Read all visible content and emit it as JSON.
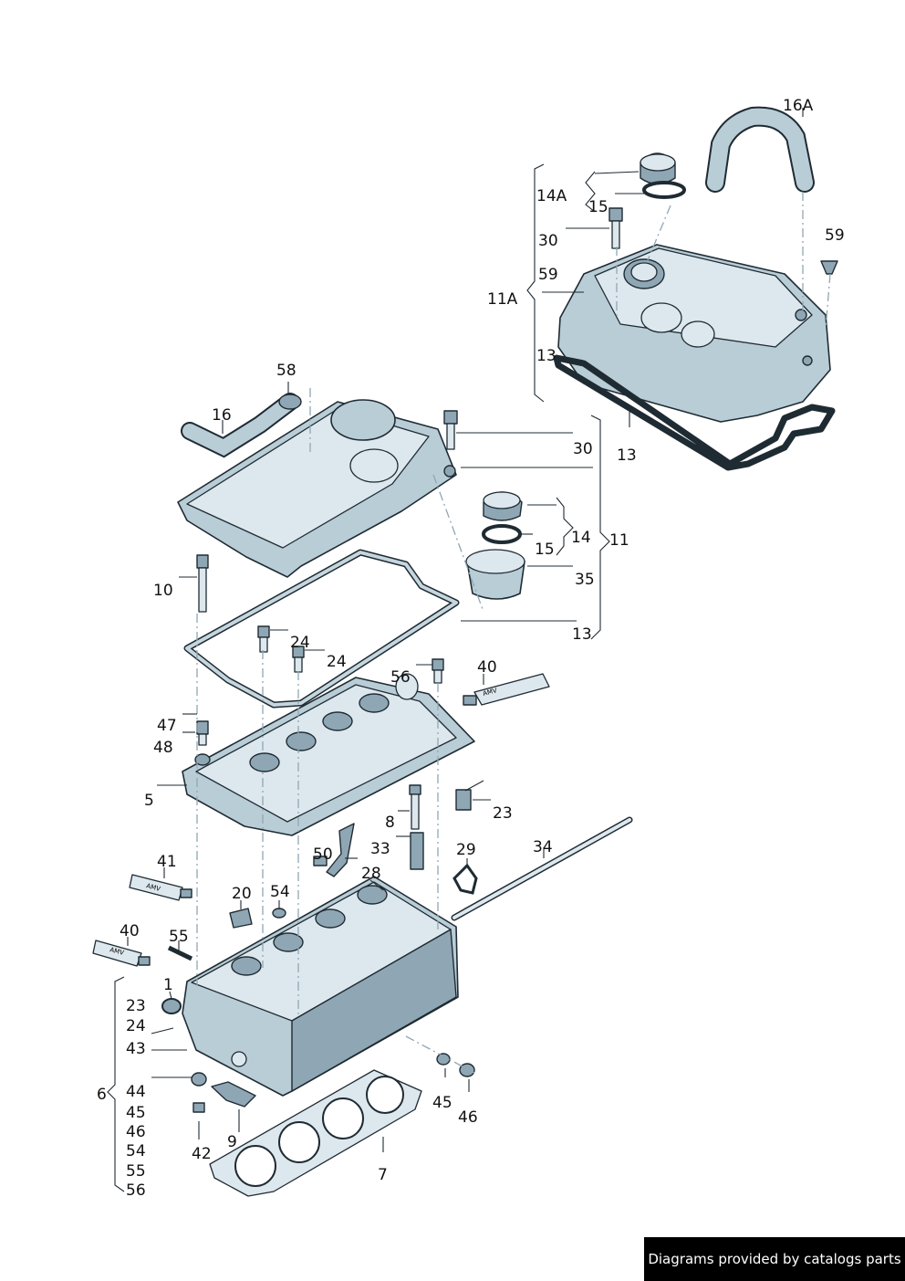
{
  "callouts": {
    "c16A": "16A",
    "c14A": "14A",
    "c15a": "15",
    "c30a": "30",
    "c59a": "59",
    "c59b": "59",
    "c11A": "11A",
    "c13a": "13",
    "c13b": "13",
    "c58": "58",
    "c16": "16",
    "c30b": "30",
    "c14": "14",
    "c11": "11",
    "c15b": "15",
    "c35": "35",
    "c10": "10",
    "c13c": "13",
    "c24a": "24",
    "c24b": "24",
    "c56a": "56",
    "c40a": "40",
    "c47": "47",
    "c48": "48",
    "c5": "5",
    "c23a": "23",
    "c8": "8",
    "c33": "33",
    "c29": "29",
    "c34": "34",
    "c50": "50",
    "c28": "28",
    "c41": "41",
    "c20": "20",
    "c54a": "54",
    "c40b": "40",
    "c55a": "55",
    "c1": "1",
    "c23b": "23",
    "c24c": "24",
    "c43": "43",
    "c6": "6",
    "c44": "44",
    "c45a": "45",
    "c46a": "46",
    "c54b": "54",
    "c55b": "55",
    "c56b": "56",
    "c45b": "45",
    "c46b": "46",
    "c9": "9",
    "c42": "42",
    "c7": "7"
  },
  "tube_label": "AMV",
  "footer": "Diagrams provided by catalogs parts",
  "colors": {
    "part_fill": "#b9cdd7",
    "outline": "#1f2b33",
    "footer_bg": "#000000"
  }
}
